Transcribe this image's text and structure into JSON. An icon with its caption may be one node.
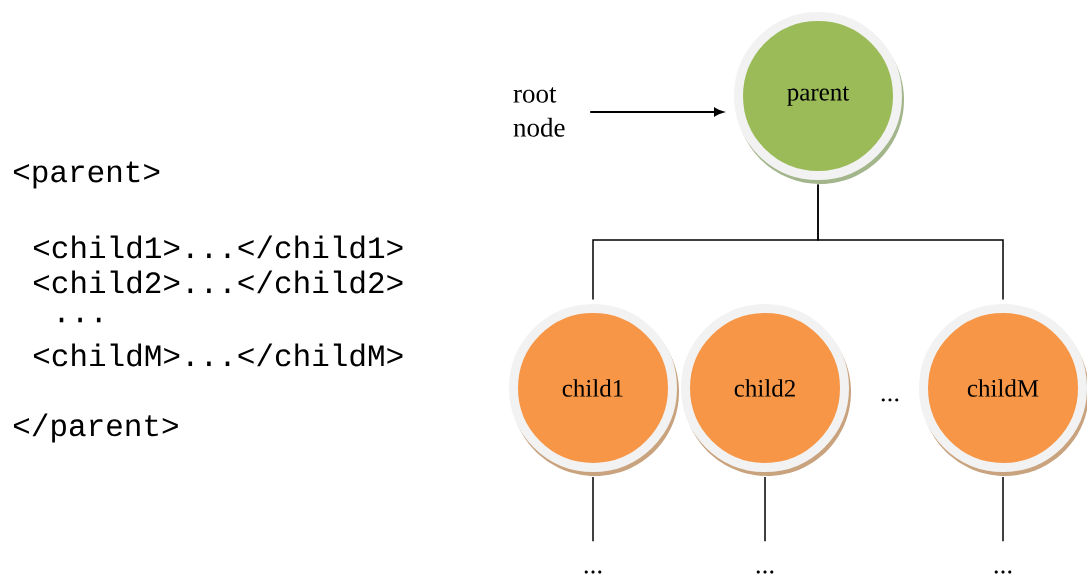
{
  "diagram": {
    "nodes": [
      {
        "text": [
          "root node"
        ]
      },
      {
        "text": [
          "parent"
        ]
      },
      {
        "text": [
          "child1"
        ]
      },
      {
        "text": [
          "child2"
        ]
      },
      {
        "text": [
          "childM"
        ]
      },
      {
        "text": [
          "..."
        ]
      },
      {
        "text": [
          "..."
        ]
      },
      {
        "text": [
          "..."
        ]
      }
    ],
    "edges": [
      {
        "from": 0,
        "to": 1,
        "arrow": "to"
      },
      {
        "from": 1,
        "to": 2,
        "arrow": "none"
      },
      {
        "from": 1,
        "to": 4,
        "arrow": "none"
      },
      {
        "from": 2,
        "to": 5,
        "arrow": "none"
      },
      {
        "from": 3,
        "to": 6,
        "arrow": "none"
      },
      {
        "from": 4,
        "to": 7,
        "arrow": "none"
      }
    ],
    "labels": [
      "<parent>",
      "<child1>...</child1>",
      "<child2>...</child2>",
      "...",
      "<childM>...</childM>",
      "</parent>",
      "..."
    ]
  }
}
